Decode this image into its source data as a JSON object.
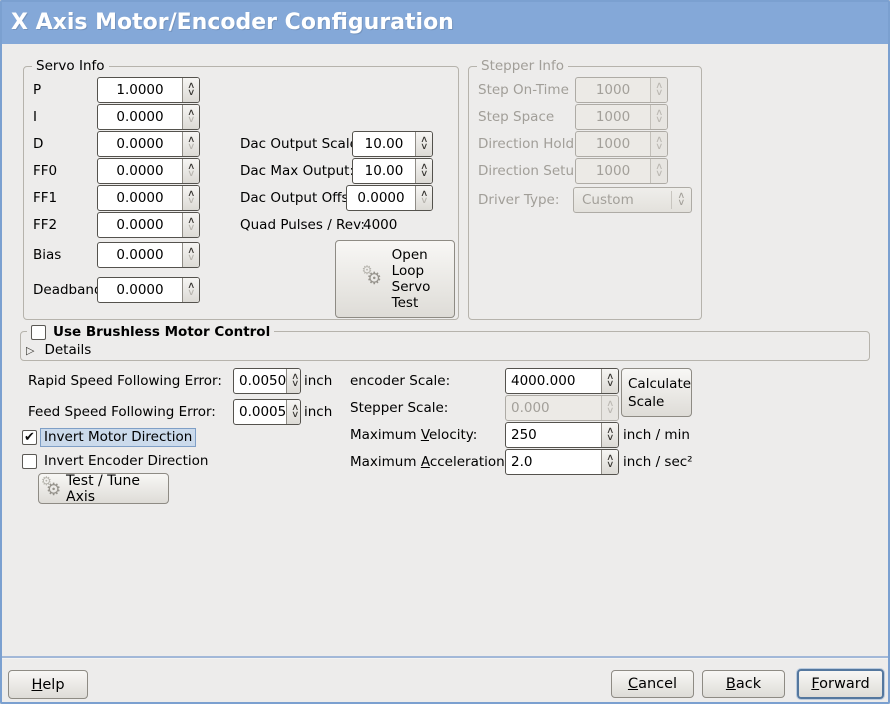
{
  "window": {
    "title": "X Axis Motor/Encoder Configuration"
  },
  "colors": {
    "titlebar": "#84a8d8",
    "window_bg": "#edeceb",
    "window_border": "#7ba0d0",
    "focus_highlight": "#cbdaeb",
    "disabled_text": "#a19e98"
  },
  "servo_info": {
    "title": "Servo Info",
    "fields": [
      {
        "label": "P",
        "value": "1.0000"
      },
      {
        "label": "I",
        "value": "0.0000"
      },
      {
        "label": "D",
        "value": "0.0000"
      },
      {
        "label": "FF0",
        "value": "0.0000"
      },
      {
        "label": "FF1",
        "value": "0.0000"
      },
      {
        "label": "FF2",
        "value": "0.0000"
      },
      {
        "label": "Bias",
        "value": "0.0000"
      },
      {
        "label": "Deadband",
        "value": "0.0000"
      }
    ]
  },
  "dac": {
    "output_scale": {
      "label": "Dac Output Scale:",
      "value": "10.00"
    },
    "max_output": {
      "label": "Dac Max Output:",
      "value": "10.00"
    },
    "output_offset": {
      "label": "Dac Output Offset:",
      "value": "0.0000"
    },
    "quad_pulses": {
      "label": "Quad Pulses / Rev:",
      "value": "4000"
    },
    "open_loop_test_button": "Open\nLoop\nServo\nTest"
  },
  "stepper_info": {
    "title": "Stepper Info",
    "disabled": true,
    "fields": [
      {
        "label": "Step On-Time",
        "value": "1000"
      },
      {
        "label": "Step Space",
        "value": "1000"
      },
      {
        "label": "Direction Hold",
        "value": "1000"
      },
      {
        "label": "Direction Setup",
        "value": "1000"
      }
    ],
    "driver_type": {
      "label": "Driver Type:",
      "value": "Custom"
    }
  },
  "brushless": {
    "label": "Use Brushless Motor Control",
    "checked": false,
    "check_glyph": "",
    "details_label": "Details"
  },
  "following_error": {
    "rapid": {
      "label": "Rapid Speed Following Error:",
      "value": "0.0050",
      "unit": "inch"
    },
    "feed": {
      "label": "Feed Speed Following Error:",
      "value": "0.0005",
      "unit": "inch"
    }
  },
  "direction": {
    "invert_motor": {
      "label": "Invert Motor Direction",
      "checked": true,
      "check_glyph": "✔"
    },
    "invert_encoder": {
      "label": "Invert Encoder Direction",
      "checked": false,
      "check_glyph": ""
    },
    "test_tune_button": "Test / Tune Axis"
  },
  "scaling": {
    "encoder_scale": {
      "label": "encoder Scale:",
      "value": "4000.000"
    },
    "stepper_scale": {
      "label": "Stepper Scale:",
      "value": "0.000",
      "disabled": true
    },
    "max_velocity": {
      "label": {
        "text": "Maximum Velocity:",
        "u": 8
      },
      "value": "250",
      "unit": "inch / min"
    },
    "max_acceleration": {
      "label": {
        "text": "Maximum Acceleration:",
        "u": 8
      },
      "value": "2.0",
      "unit": "inch / sec²"
    },
    "calculate_button": "Calculate\nScale"
  },
  "footer": {
    "help": {
      "text": "Help",
      "u": 0
    },
    "cancel": {
      "text": "Cancel",
      "u": 0
    },
    "back": {
      "text": "Back",
      "u": 0
    },
    "forward": {
      "text": "Forward",
      "u": 0
    }
  }
}
